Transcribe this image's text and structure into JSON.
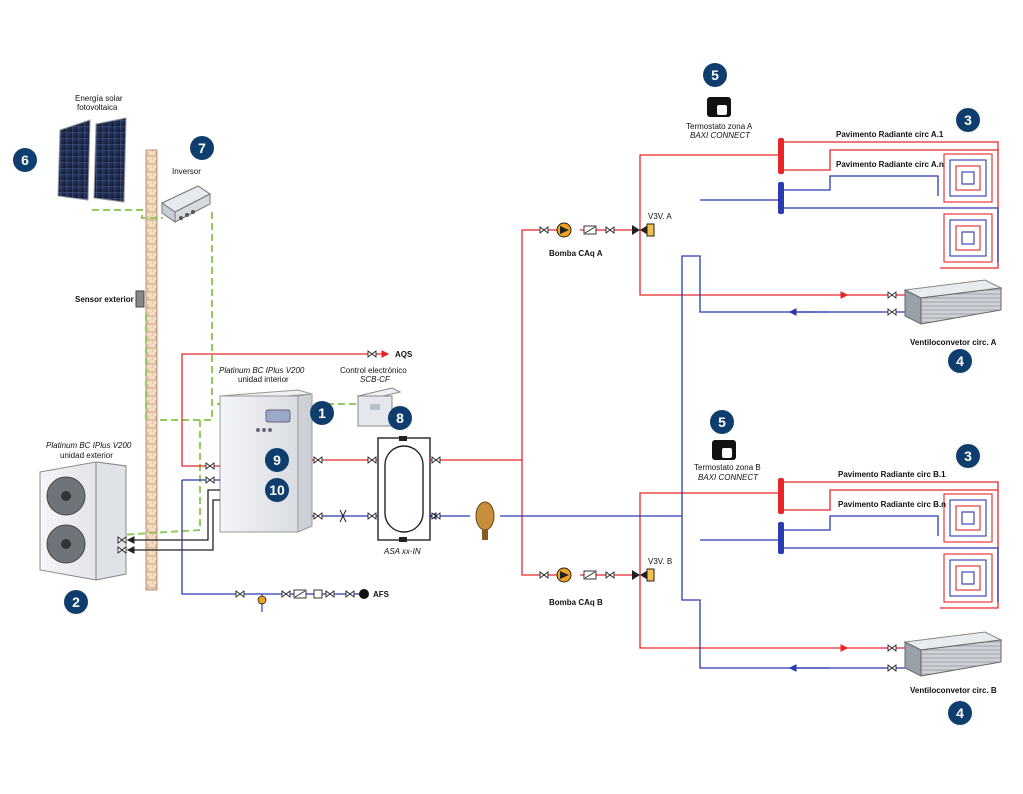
{
  "colors": {
    "hot": "#e8262a",
    "cold": "#2a3bb0",
    "signal": "#8fcc5a",
    "badge": "#0f3d6e",
    "wire": "#222222"
  },
  "labels": {
    "solar_1": "Energía solar",
    "solar_2": "fotovoltaica",
    "inverter": "Inversor",
    "sensor": "Sensor exterior",
    "outdoor_1": "Platinum BC IPlus V200",
    "outdoor_2": "unidad exterior",
    "indoor_1": "Platinum BC IPlus V200",
    "indoor_2": "unidad interior",
    "control_1": "Control electrónico",
    "control_2": "SCB-CF",
    "aqs": "AQS",
    "afs": "AFS",
    "buffer": "ASA xx-IN",
    "pump_a": "Bomba CAq A",
    "pump_b": "Bomba CAq B",
    "v3v_a": "V3V. A",
    "v3v_b": "V3V. B",
    "thermo_a_1": "Termostato zona A",
    "thermo_a_2": "BAXI CONNECT",
    "thermo_b_1": "Termostato zona B",
    "thermo_b_2": "BAXI CONNECT",
    "floor_a1": "Pavimento Radiante circ A.1",
    "floor_an": "Pavimento Radiante circ A.n",
    "floor_b1": "Pavimento Radiante circ B.1",
    "floor_bn": "Pavimento Radiante circ B.n",
    "fan_a": "Ventiloconvetor circ. A",
    "fan_b": "Ventiloconvetor circ. B"
  },
  "badges": {
    "indoor": "1",
    "outdoor": "2",
    "floor_a": "3",
    "floor_b": "3",
    "fan_a": "4",
    "fan_b": "4",
    "thermo_a": "5",
    "thermo_b": "5",
    "solar": "6",
    "inverter": "7",
    "control": "8",
    "port_9": "9",
    "port_10": "10"
  }
}
